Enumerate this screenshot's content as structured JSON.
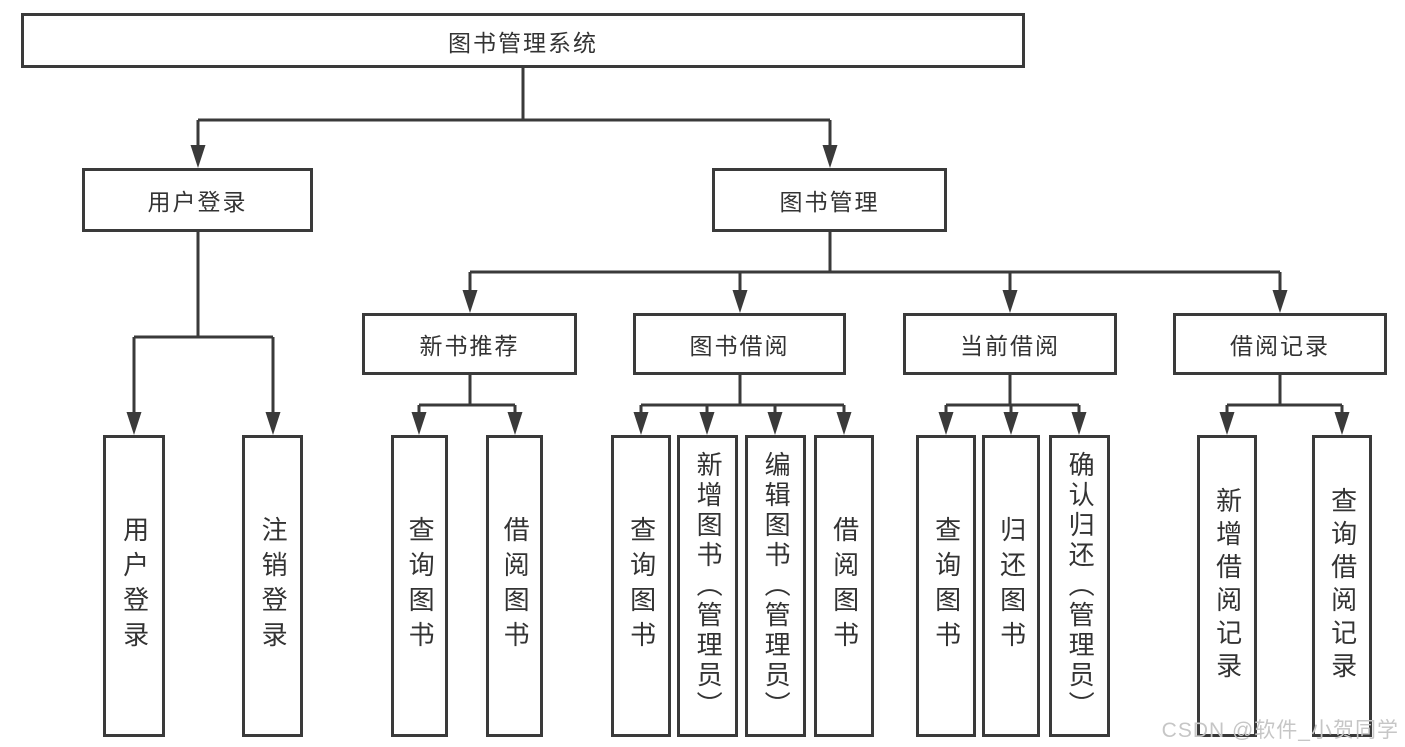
{
  "diagram": {
    "root": {
      "label": "图书管理系统"
    },
    "branches": {
      "user": {
        "label": "用户登录",
        "children": [
          "用户登录",
          "注销登录"
        ]
      },
      "book": {
        "label": "图书管理",
        "children": {
          "new_books": {
            "label": "新书推荐",
            "children": [
              "查询图书",
              "借阅图书"
            ]
          },
          "borrow": {
            "label": "图书借阅",
            "children": [
              "查询图书",
              "新增图书（管理员）",
              "编辑图书（管理员）",
              "借阅图书"
            ]
          },
          "current": {
            "label": "当前借阅",
            "children": [
              "查询图书",
              "归还图书",
              "确认归还（管理员）"
            ]
          },
          "records": {
            "label": "借阅记录",
            "children": [
              "新增借阅记录",
              "查询借阅记录"
            ]
          }
        }
      }
    }
  },
  "watermark": "CSDN @软件_小贺同学",
  "colors": {
    "line": "#3a3a3a",
    "text": "#333333",
    "watermark": "#c6c6c6",
    "background": "#ffffff"
  }
}
